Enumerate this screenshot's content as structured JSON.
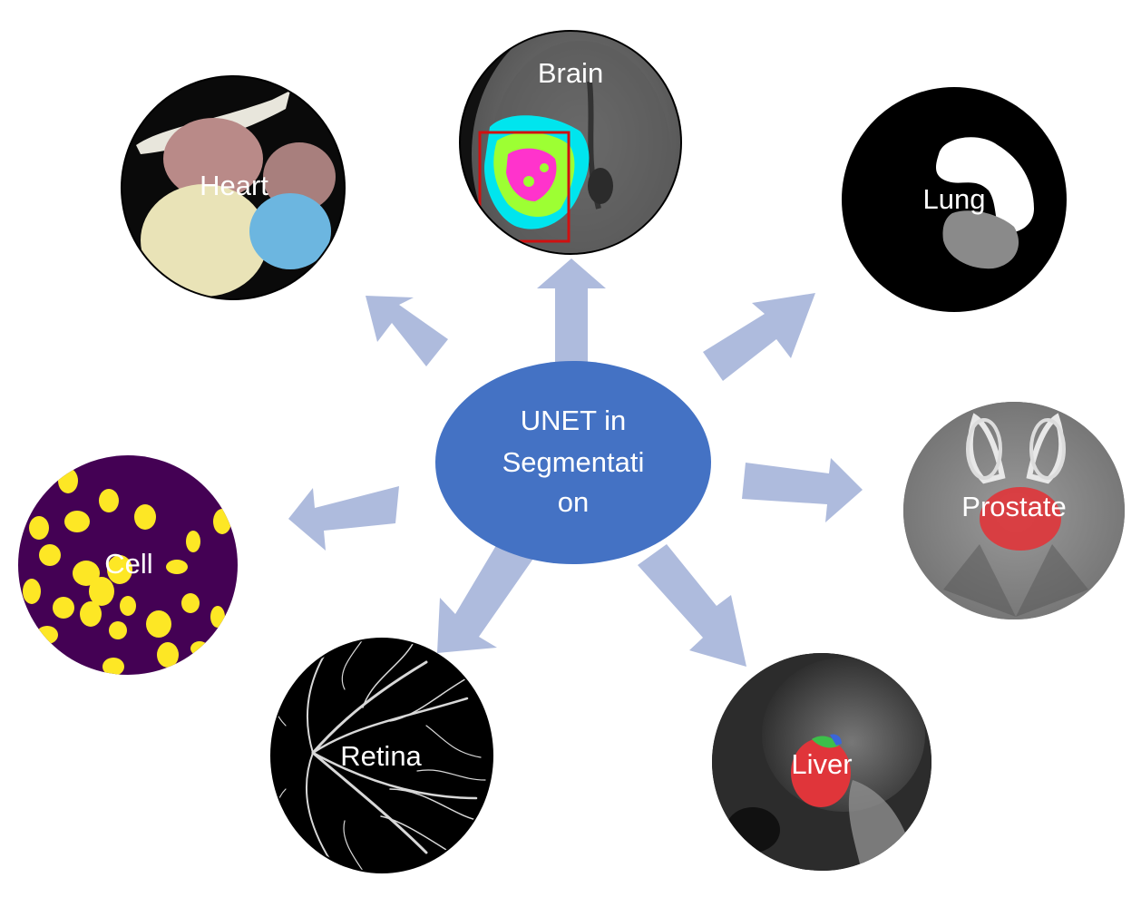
{
  "center": {
    "lines": [
      "UNET in",
      "Segmentati",
      "on"
    ],
    "color": "#4472c4"
  },
  "nodes": {
    "brain": {
      "label": "Brain"
    },
    "heart": {
      "label": "Heart"
    },
    "lung": {
      "label": "Lung"
    },
    "prostate": {
      "label": "Prostate"
    },
    "cell": {
      "label": "Cell"
    },
    "retina": {
      "label": "Retina"
    },
    "liver": {
      "label": "Liver"
    }
  },
  "colors": {
    "arrow": "#aebbdd",
    "cell_bg": "#440154",
    "cell_blob": "#fde725"
  }
}
